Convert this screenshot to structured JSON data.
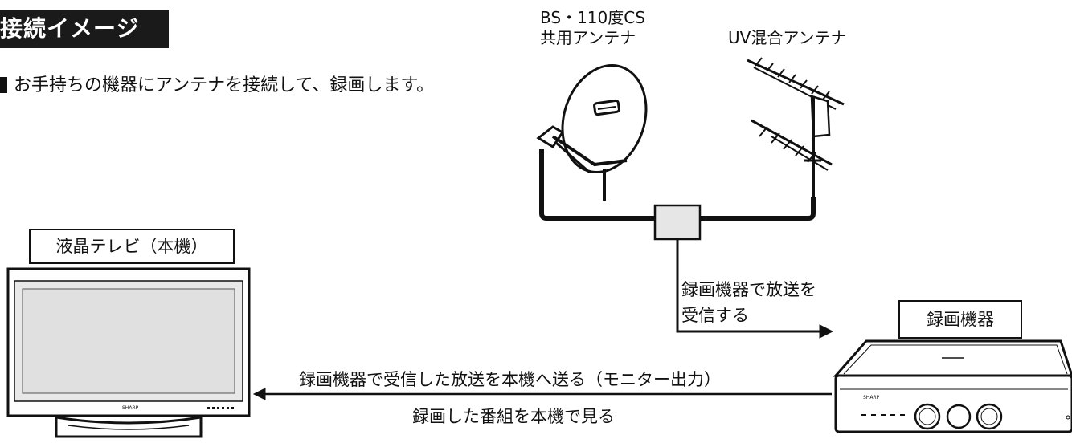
{
  "header": {
    "title": "接続イメージ",
    "intro": "お手持ちの機器にアンテナを接続して、録画します。"
  },
  "antennas": {
    "satellite_line1": "BS・110度CS",
    "satellite_line2": "共用アンテナ",
    "uv_label": "UV混合アンテナ"
  },
  "devices": {
    "tv_label": "液晶テレビ（本機）",
    "recorder_label": "録画機器"
  },
  "connections": {
    "receive_line1": "録画機器で放送を",
    "receive_line2": "受信する",
    "monitor_output": "録画機器で受信した放送を本機へ送る（モニター出力）",
    "watch": "録画した番組を本機で見る"
  },
  "device_markings": {
    "tv_brand": "SHARP",
    "recorder_brand": "SHARP"
  }
}
